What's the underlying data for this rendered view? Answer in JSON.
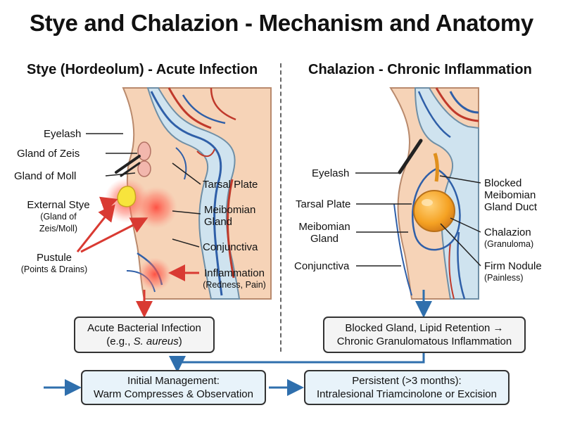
{
  "title": "Stye and Chalazion - Mechanism and Anatomy",
  "left": {
    "subtitle": "Stye (Hordeolum) - Acute Infection",
    "labels": {
      "eyelash": "Eyelash",
      "gland_zeis": "Gland of Zeis",
      "gland_moll": "Gland of Moll",
      "external_stye": "External Stye",
      "external_stye_sub1": "(Gland of",
      "external_stye_sub2": "Zeis/Moll)",
      "pustule": "Pustule",
      "pustule_sub": "(Points & Drains)",
      "tarsal_plate": "Tarsal Plate",
      "meibomian_1": "Meibomian",
      "meibomian_2": "Gland",
      "conjunctiva": "Conjunctiva",
      "inflammation": "Inflammation",
      "inflammation_sub": "(Redness, Pain)"
    },
    "box_line1": "Acute Bacterial Infection",
    "box_line2_prefix": "(e.g., ",
    "box_line2_italic": "S. aureus",
    "box_line2_suffix": ")"
  },
  "right": {
    "subtitle": "Chalazion - Chronic Inflammation",
    "labels": {
      "eyelash": "Eyelash",
      "tarsal_plate": "Tarsal Plate",
      "meibomian_1": "Meibomian",
      "meibomian_2": "Gland",
      "conjunctiva": "Conjunctiva",
      "blocked_1": "Blocked",
      "blocked_2": "Meibomian",
      "blocked_3": "Gland Duct",
      "chalazion": "Chalazion",
      "chalazion_sub": "(Granuloma)",
      "firm_nodule": "Firm Nodule",
      "firm_nodule_sub": "(Painless)"
    },
    "box_line1": "Blocked Gland, Lipid Retention →",
    "box_line2": "Chronic Granulomatous Inflammation"
  },
  "management": {
    "initial_line1": "Initial Management:",
    "initial_line2": "Warm Compresses & Observation",
    "persistent_line1": "Persistent (>3 months):",
    "persistent_line2": "Intralesional Triamcinolone or Excision"
  },
  "colors": {
    "skin": "#f6d3b7",
    "skin_dark": "#e8b899",
    "tarsal": "#cfe3ef",
    "red_arrow": "#d93a32",
    "blue_arrow": "#2f6fad",
    "nodule": "#f5a223",
    "pustule": "#f7e43c"
  }
}
